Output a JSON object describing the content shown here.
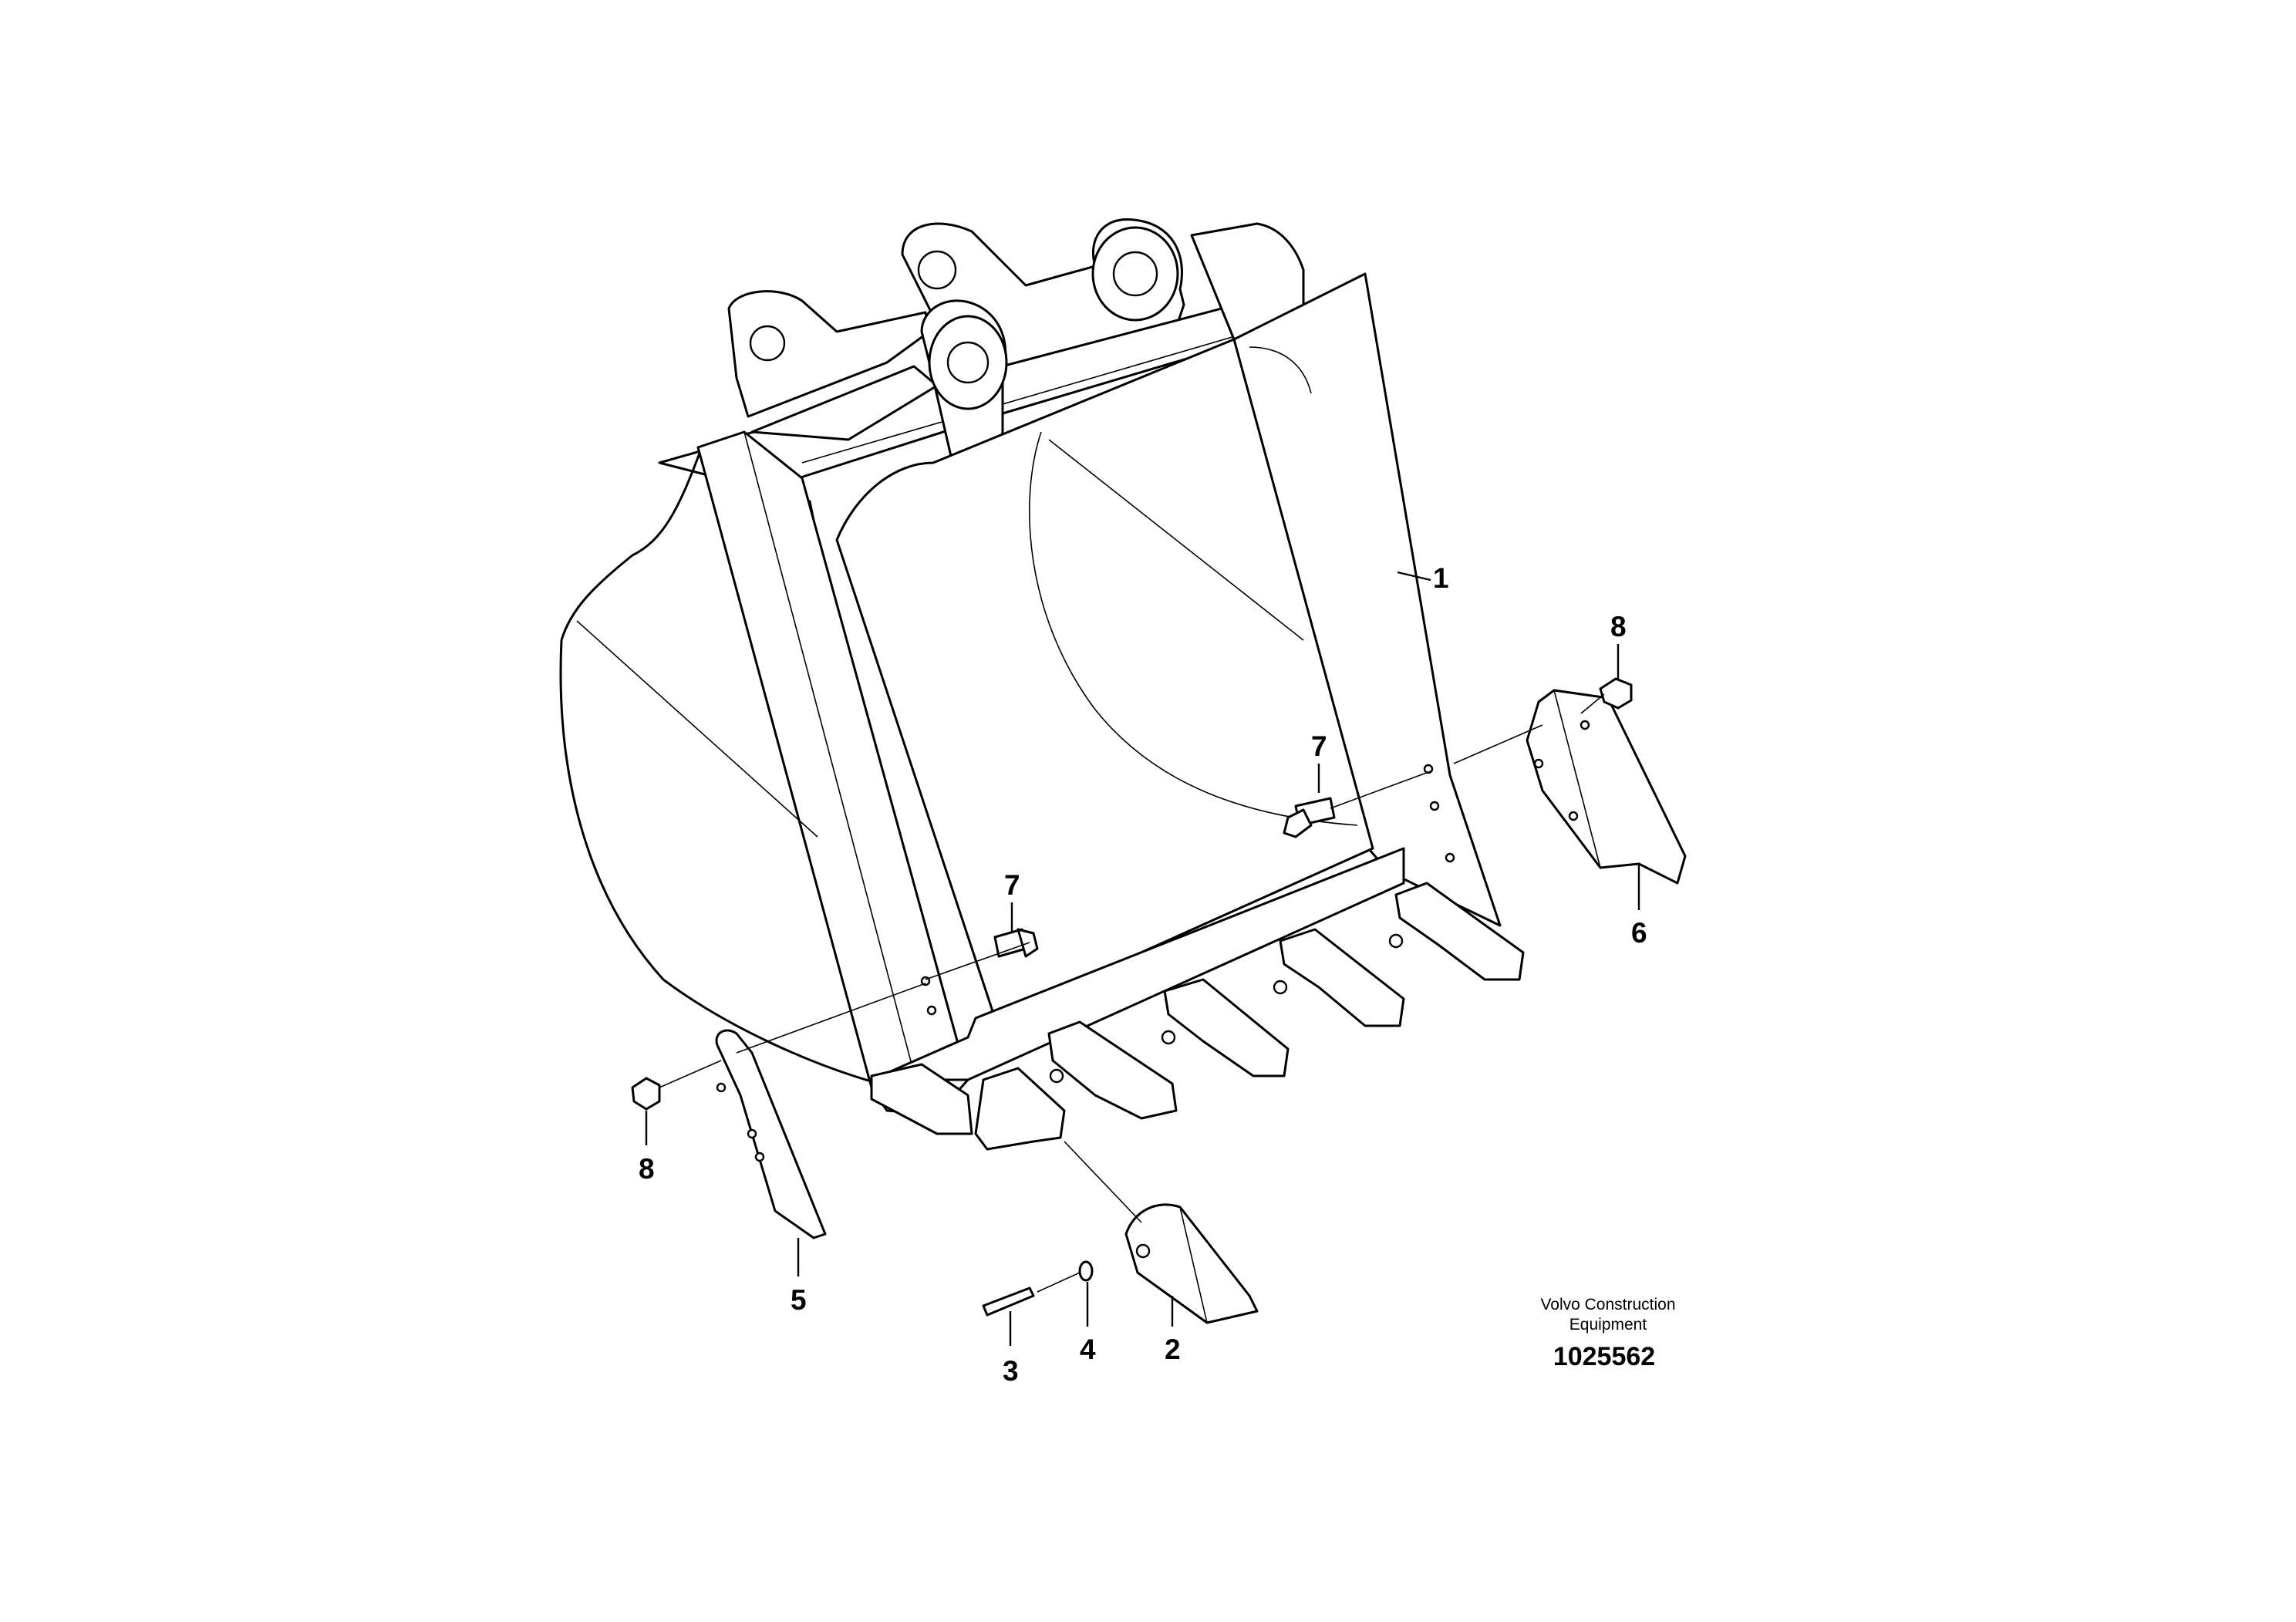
{
  "diagram": {
    "callouts": [
      {
        "id": "c1",
        "label": "1"
      },
      {
        "id": "c2",
        "label": "2"
      },
      {
        "id": "c3",
        "label": "3"
      },
      {
        "id": "c4",
        "label": "4"
      },
      {
        "id": "c5",
        "label": "5"
      },
      {
        "id": "c6",
        "label": "6"
      },
      {
        "id": "c7a",
        "label": "7"
      },
      {
        "id": "c7b",
        "label": "7"
      },
      {
        "id": "c8a",
        "label": "8"
      },
      {
        "id": "c8b",
        "label": "8"
      }
    ]
  },
  "credit": {
    "line1": "Volvo Construction",
    "line2": "Equipment"
  },
  "document_number": "1025562"
}
